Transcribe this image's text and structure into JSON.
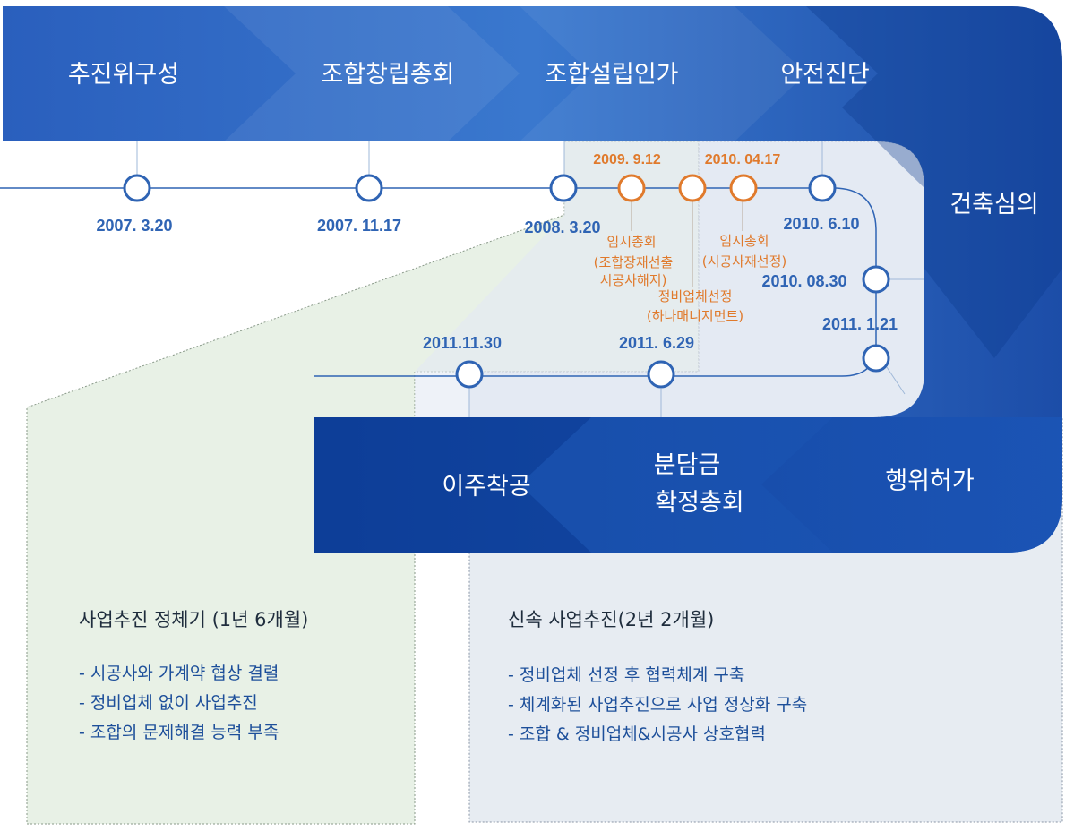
{
  "colors": {
    "banner_dark": "#0a3c96",
    "banner_mid": "#2c67c2",
    "banner_light": "#4a86d4",
    "node_blue": "#2f64b4",
    "node_orange": "#e07a2c",
    "panel_green": "#e8f1e6",
    "panel_blue": "#e7ecf2"
  },
  "stages": {
    "top": [
      "추진위구성",
      "조합창립총회",
      "조합설립인가",
      "안전진단"
    ],
    "right": "건축심의",
    "bottom": [
      {
        "lines": [
          "행위허가"
        ]
      },
      {
        "lines": [
          "분담금",
          "확정총회"
        ]
      },
      {
        "lines": [
          "이주착공"
        ]
      }
    ]
  },
  "timeline": {
    "row1_dates": [
      "2007. 3.20",
      "2007. 11.17",
      "2008. 3.20",
      "2010. 6.10"
    ],
    "orange_dates": [
      "2009. 9.12",
      "2010. 04.17"
    ],
    "right_dates": [
      "2010. 08.30",
      "2011. 1.21"
    ],
    "row2_dates": [
      "2011.11.30",
      "2011. 6.29"
    ]
  },
  "events": [
    {
      "lines": [
        "임시총회",
        "(조합장재선출",
        "시공사해지)"
      ]
    },
    {
      "lines": [
        "정비업체선정",
        "(하나매니지먼트)"
      ]
    },
    {
      "lines": [
        "임시총회",
        "(시공사재선정)"
      ]
    }
  ],
  "panels": {
    "left": {
      "title": "사업추진 정체기 (1년 6개월)",
      "items": [
        "- 시공사와 가계약 협상 결렬",
        "- 정비업체 없이 사업추진",
        "- 조합의 문제해결 능력 부족"
      ]
    },
    "right": {
      "title": "신속 사업추진(2년 2개월)",
      "items": [
        "- 정비업체 선정 후 협력체계 구축",
        "- 체계화된 사업추진으로 사업 정상화 구축",
        "- 조합 & 정비업체&시공사 상호협력"
      ]
    }
  }
}
